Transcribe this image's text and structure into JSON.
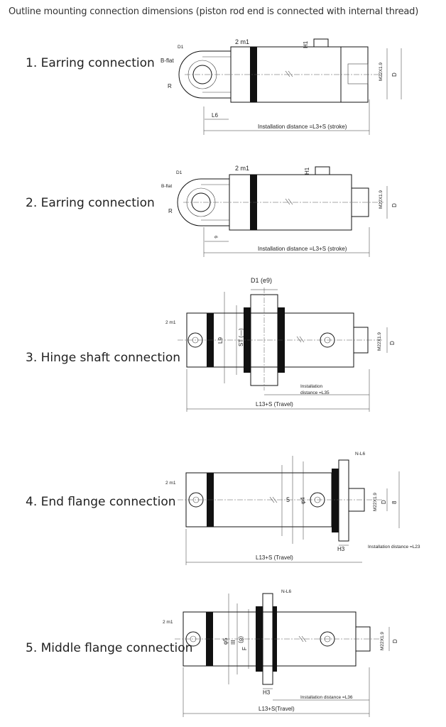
{
  "heading": "Outline mounting connection dimensions (piston rod end is connected with internal thread)",
  "sections": [
    {
      "label": "1. Earring connection",
      "annotations": {
        "d1": "D1",
        "bflat": "B-flat",
        "r": "R",
        "m1": "2 m1",
        "h1": "H1",
        "l6": "L6",
        "thread": "M22X1.9",
        "d": "D",
        "install": "Installation distance =L3+S (stroke)"
      }
    },
    {
      "label": "2. Earring connection",
      "annotations": {
        "d1": "D1",
        "bflat": "B-flat",
        "r": "R",
        "m1": "2 m1",
        "h1": "H1",
        "l6": "6",
        "thread": "M22X1.9",
        "d": "D",
        "install": "Installation distance =L3+S (stroke)"
      }
    },
    {
      "label": "3. Hinge shaft connection",
      "annotations": {
        "d1": "D1 (e9)",
        "m1": "2 m1",
        "l9": "L9",
        "st": "ST (—)",
        "thread": "M22X1.9",
        "d": "D",
        "install_1": "Installation",
        "install_2": "distance =L35",
        "travel": "L13+S (Travel)"
      }
    },
    {
      "label": "4. End flange connection",
      "annotations": {
        "nl6": "N-L6",
        "m1": "2 m1",
        "five": "5",
        "d4": "φ4",
        "thread": "M22X1.9",
        "d": "D",
        "eight": "8",
        "h3": "H3",
        "install": "Installation distance =L23",
        "travel": "L13+S (Travel)"
      }
    },
    {
      "label": "5. Middle flange connection",
      "annotations": {
        "nl6": "N-L6",
        "m1": "2 m1",
        "d5": "φ5",
        "iii": "III",
        "eight": "(8)",
        "f": "F",
        "thread": "M22X1.9",
        "d": "D",
        "h3": "H3",
        "install": "Installation distance =L36",
        "travel": "L13+S(Travel)"
      }
    }
  ]
}
